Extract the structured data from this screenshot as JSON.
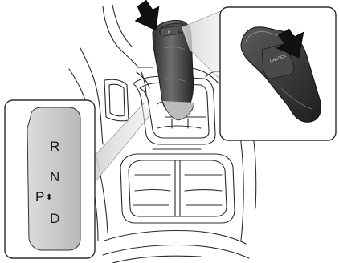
{
  "gear_indicator": {
    "reverse": "R",
    "neutral": "N",
    "park": "P",
    "park_arrow": "⬍",
    "drive": "D"
  },
  "unlock_button": {
    "label": "UNLOCK"
  },
  "lever_top_button": {
    "label": "P"
  },
  "colors": {
    "line": "#2b2b2b",
    "panel_fill": "#ffffff",
    "indicator_fill": "#c8c8c8",
    "lever_dark": "#3a3a3a",
    "lever_mid": "#6a6a6a",
    "arrow": "#111111"
  },
  "icons": {
    "press_arrow_main": "press-arrow-icon",
    "press_arrow_inset": "press-arrow-icon"
  }
}
